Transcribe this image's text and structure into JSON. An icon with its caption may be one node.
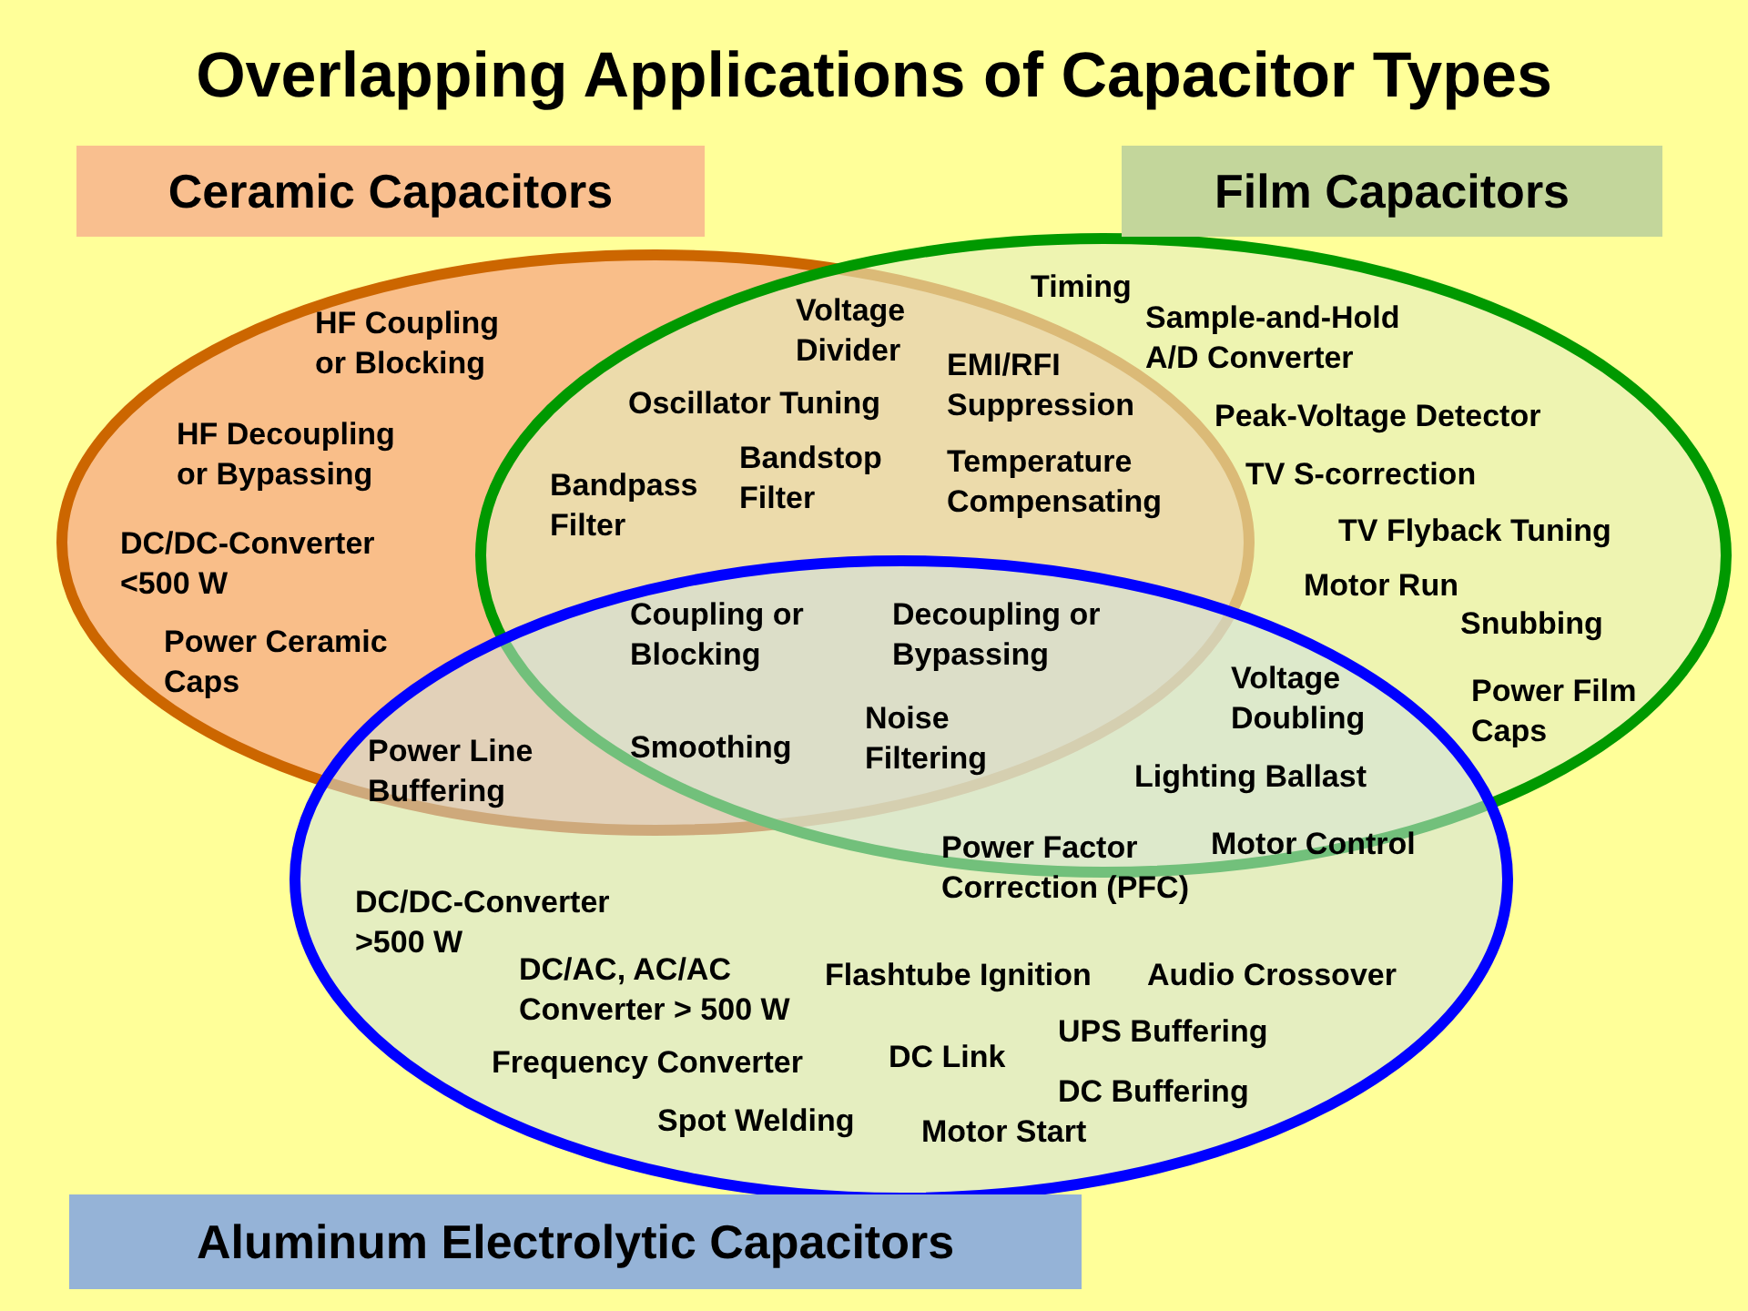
{
  "diagram": {
    "title": "Overlapping Applications of Capacitor Types",
    "nodes": [
      {
        "text": [
          "Ceramic Capacitors"
        ]
      },
      {
        "text": [
          "Film Capacitors"
        ]
      },
      {
        "text": [
          "Aluminum Electrolytic Capacitors"
        ]
      }
    ],
    "labels": [
      "Timing",
      "Voltage Divider",
      "HF Coupling or Blocking",
      "Sample-and-Hold A/D Converter",
      "EMI/RFI Suppression",
      "Oscillator Tuning",
      "Peak-Voltage Detector",
      "HF Decoupling or Bypassing",
      "Bandstop Filter",
      "Temperature Compensating",
      "Bandpass Filter",
      "TV S-correction",
      "DC/DC-Converter <500 W",
      "TV Flyback Tuning",
      "Motor Run",
      "Coupling or Blocking",
      "Decoupling or Bypassing",
      "Power Ceramic Caps",
      "Snubbing",
      "Voltage Doubling",
      "Power Film Caps",
      "Noise Filtering",
      "Smoothing",
      "Power Line Buffering",
      "Lighting Ballast",
      "Power Factor Correction (PFC)",
      "Motor Control",
      "DC/DC-Converter >500 W",
      "DC/AC, AC/AC Converter > 500 W",
      "Flashtube Ignition",
      "Audio Crossover",
      "UPS Buffering",
      "Frequency Converter",
      "DC Link",
      "DC Buffering",
      "Spot Welding",
      "Motor Start"
    ]
  }
}
